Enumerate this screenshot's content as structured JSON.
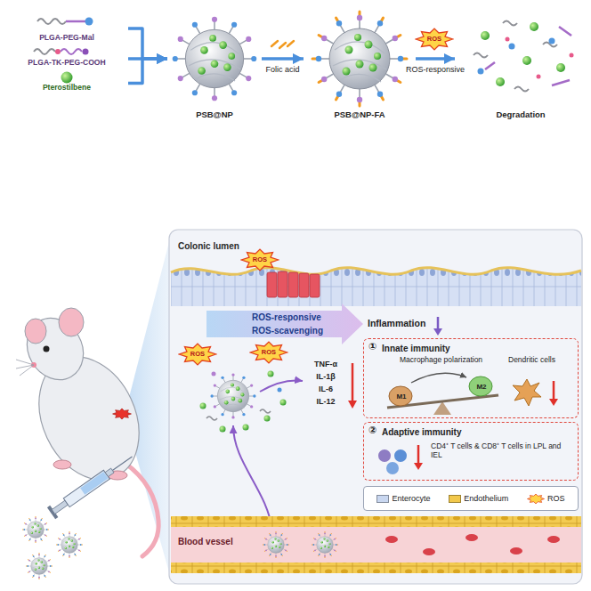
{
  "diagram": {
    "nodes": [
      {
        "text": [
          "PLGA-PEG-Mal"
        ]
      },
      {
        "text": [
          "PLGA-TK-PEG-COOH"
        ]
      },
      {
        "text": [
          "Pterostilbene"
        ]
      },
      {
        "text": [
          "PSB@NP"
        ]
      },
      {
        "text": [
          "PSB@NP-FA"
        ]
      },
      {
        "text": [
          "Degradation"
        ]
      },
      {
        "text": [
          "①",
          "Innate immunity",
          "Macrophage polarization",
          "M1",
          "M2",
          "Dendritic cells"
        ]
      },
      {
        "text": [
          "②",
          "Adaptive immunity",
          "CD4⁺ T cells & CD8⁺ T cells in LPL and IEL"
        ]
      }
    ],
    "edges": [
      {
        "from": 0,
        "to": 3,
        "arrow": "to"
      },
      {
        "from": 1,
        "to": 3,
        "arrow": "to"
      },
      {
        "from": 2,
        "to": 3,
        "arrow": "to"
      },
      {
        "from": 3,
        "to": 4,
        "label": "Folic acid",
        "arrow": "to"
      },
      {
        "from": 4,
        "to": 5,
        "label": "ROS-responsive",
        "arrow": "to"
      }
    ],
    "labels": [
      "ROS",
      "Colonic lumen",
      "ROS",
      "ROS-responsive",
      "ROS-scavenging",
      "Inflammation",
      "ROS",
      "ROS",
      "TNF-α",
      "IL-1β",
      "IL-6",
      "IL-12",
      "Blood vessel"
    ],
    "legend": [
      {
        "text": "Enterocyte",
        "color": "#c9d7f0"
      },
      {
        "text": "Endothelium",
        "color": "#f2c84b"
      },
      {
        "text": "ROS"
      }
    ]
  }
}
